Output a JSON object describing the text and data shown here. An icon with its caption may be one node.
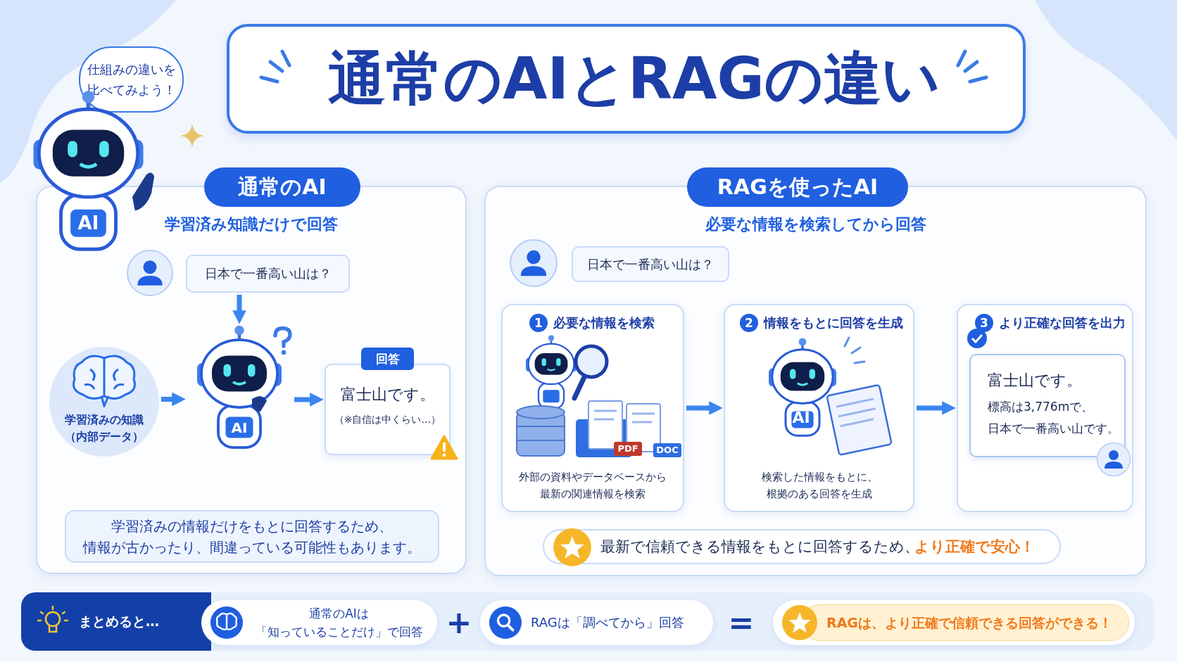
{
  "diagram": {
    "nodes": [
      {
        "text": [
          "通常のAIとRAGの違い"
        ]
      },
      {
        "text": [
          "仕組みの違いを比べてみよう！"
        ]
      },
      {
        "text": [
          "通常のAI",
          "学習済み知識だけで回答"
        ]
      },
      {
        "text": [],
        "shape": "person",
        "in": 2
      },
      {
        "text": [
          "日本で一番高い山は？"
        ],
        "in": 2
      },
      {
        "text": [
          "学習済みの知識（内部データ）"
        ],
        "in": 2
      },
      {
        "text": [],
        "shape": "picture",
        "in": 2
      },
      {
        "text": [
          "回答",
          "富士山です。",
          "（※自信は中くらい…）"
        ],
        "in": 2
      },
      {
        "text": [
          "学習済みの情報だけをもとに回答するため、情報が古かったり、間違っている可能性もあります。"
        ],
        "in": 2
      },
      {
        "text": [
          "RAGを使ったAI",
          "必要な情報を検索してから回答"
        ]
      },
      {
        "text": [],
        "shape": "person",
        "in": 9
      },
      {
        "text": [
          "日本で一番高い山は？"
        ],
        "in": 9
      },
      {
        "text": [
          "1",
          "必要な情報を検索",
          "外部の資料やデータベースから最新の関連情報を検索"
        ],
        "in": 9
      },
      {
        "text": [
          "2",
          "情報をもとに回答を生成",
          "検索した情報をもとに、根拠のある回答を生成"
        ],
        "in": 9
      },
      {
        "text": [
          "3",
          "より正確な回答を出力"
        ],
        "in": 9
      },
      {
        "text": [
          "富士山です。",
          "標高は3,776mで、日本で一番高い山です。"
        ],
        "in": 14
      },
      {
        "text": [
          "最新で信頼できる情報をもとに回答するため、",
          "より正確で安心！"
        ],
        "in": 9
      },
      {
        "text": [
          "まとめると…"
        ]
      },
      {
        "text": [
          "通常のAIは「知っていることだけ」で回答"
        ]
      },
      {
        "text": [
          "RAGは「調べてから」回答"
        ]
      },
      {
        "text": [
          "RAGは、より正確で信頼できる回答ができる！"
        ]
      }
    ],
    "edges": [
      {
        "from": 4,
        "to": 6,
        "arrow": "to"
      },
      {
        "from": 5,
        "to": 6,
        "arrow": "to"
      },
      {
        "from": 6,
        "to": 7,
        "arrow": "to"
      },
      {
        "from": 12,
        "to": 13,
        "arrow": "to"
      },
      {
        "from": 13,
        "to": 14,
        "arrow": "to"
      }
    ],
    "labels": [
      "AI",
      "AI",
      "PDF",
      "DOC",
      "AI",
      "+",
      "="
    ]
  }
}
